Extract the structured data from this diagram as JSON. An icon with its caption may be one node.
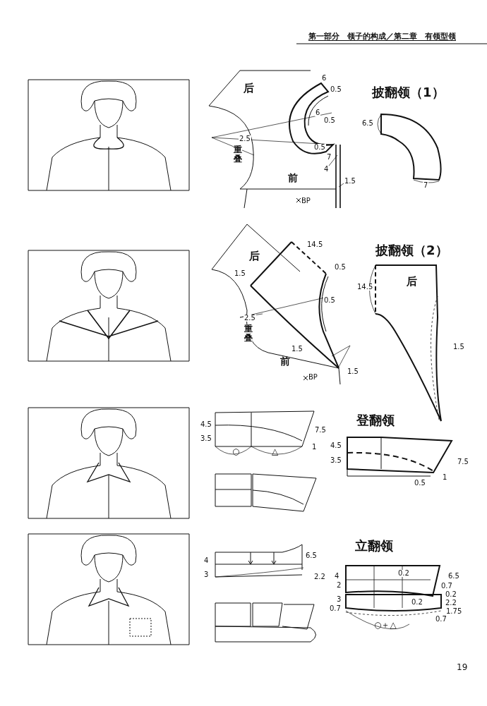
{
  "diagram": {
    "labels": [
      "第一部分　领子的构成／第二章　有领型领",
      "后",
      "6",
      "0.5",
      "6",
      "0.5",
      "2.5",
      "重叠",
      "0.5",
      "7",
      "4",
      "前",
      "1.5",
      "BP",
      "披翻领（1）",
      "6.5",
      "7",
      "后",
      "14.5",
      "0.5",
      "1.5",
      "0.5",
      "2.5",
      "重叠",
      "1.5",
      "前",
      "1.5",
      "BP",
      "披翻领（2）",
      "14.5",
      "后",
      "1.5",
      "4.5",
      "7.5",
      "3.5",
      "1",
      "○",
      "△",
      "登翻领",
      "4.5",
      "3.5",
      "7.5",
      "1",
      "0.5",
      "4",
      "6.5",
      "3",
      "2.2",
      "立翻领",
      "0.2",
      "4",
      "6.5",
      "2",
      "0.7",
      "0.2",
      "3",
      "0.2",
      "2.2",
      "0.7",
      "1.75",
      "0.7",
      "○＋△",
      "19"
    ]
  }
}
